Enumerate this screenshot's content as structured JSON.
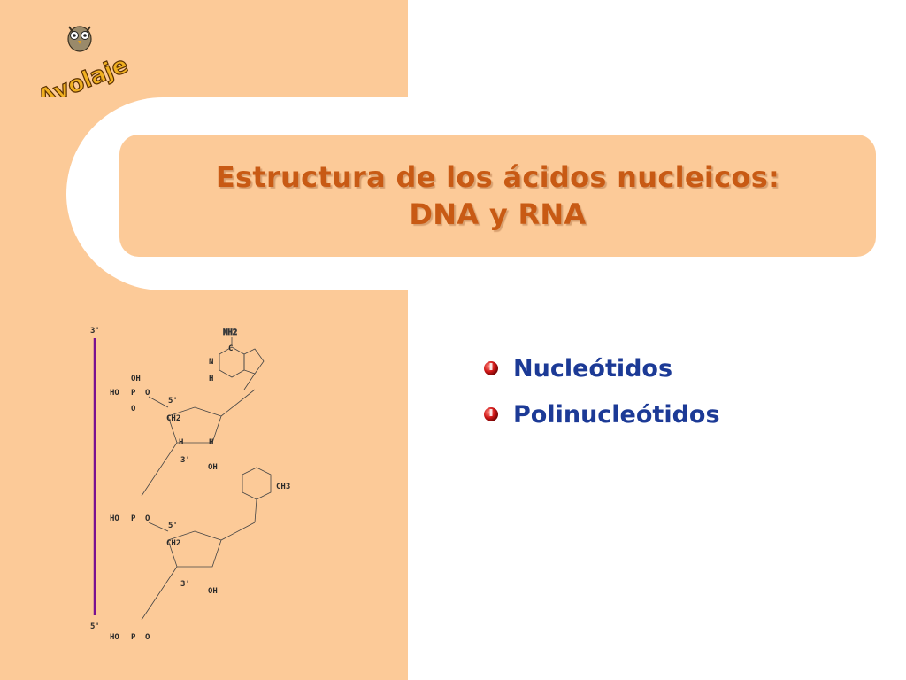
{
  "logo": {
    "text": "Avolaje"
  },
  "title": {
    "line1": "Estructura de los ácidos nucleicos:",
    "line2": "DNA y RNA"
  },
  "bullets": [
    {
      "label": "Nucleótidos"
    },
    {
      "label": "Polinucleótidos"
    }
  ],
  "structure_labels": {
    "top_end": "3'",
    "bottom_end": "5'",
    "nh2": "NH2",
    "phosphate_top": {
      "oh": "OH",
      "ho": "HO",
      "p": "P",
      "o": "O"
    },
    "five_prime": "5'",
    "three_prime": "3'",
    "ch2": "CH2",
    "h": "H",
    "oh": "OH",
    "ch3": "CH3",
    "n": "N",
    "c": "C"
  },
  "colors": {
    "panel": "#fcca98",
    "title": "#c85a14",
    "bullet_text": "#1c3a96",
    "bullet_dot": "#d01818",
    "strand_line": "#7a1090"
  }
}
